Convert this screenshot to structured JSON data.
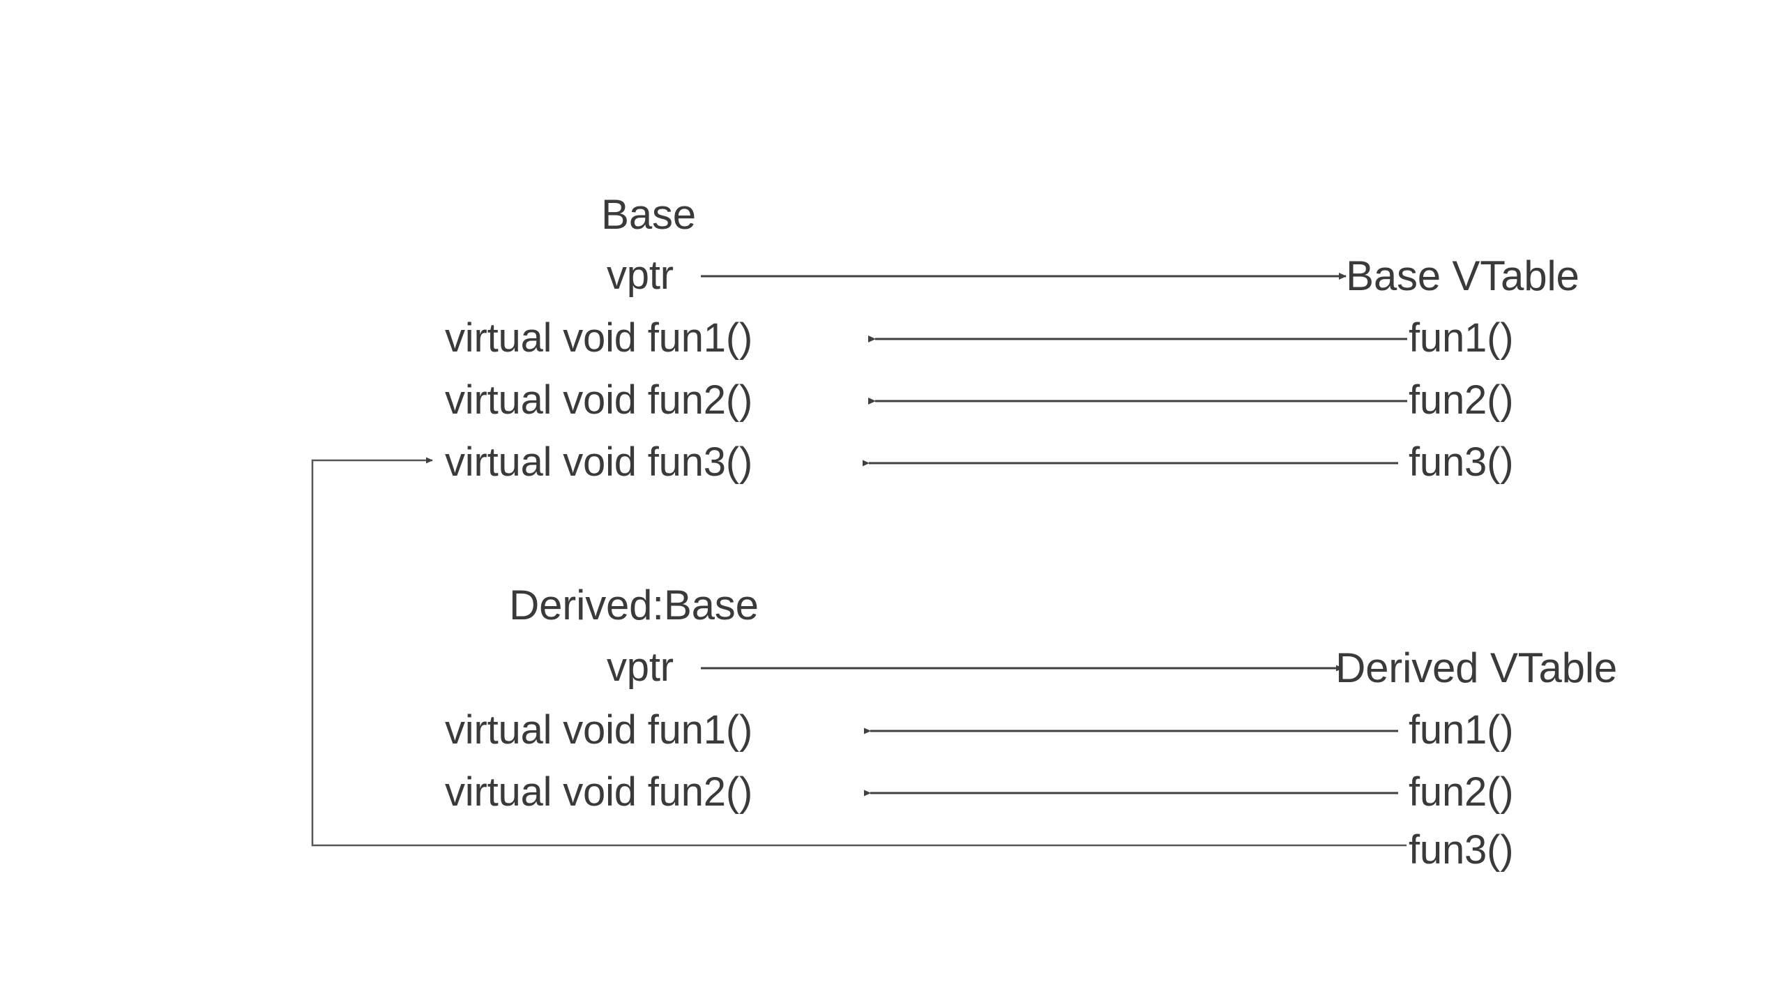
{
  "diagram": {
    "title_text_color": "#3a3a3a",
    "line_color": "#404040",
    "background": "#ffffff",
    "base_object": {
      "class_name": "Base",
      "vptr_label": "vptr",
      "members": [
        "virtual void fun1()",
        "virtual void fun2()",
        "virtual void fun3()"
      ]
    },
    "derived_object": {
      "class_name": "Derived:Base",
      "vptr_label": "vptr",
      "members": [
        "virtual void fun1()",
        "virtual void fun2()"
      ]
    },
    "base_vtable": {
      "title": "Base VTable",
      "entries": [
        "fun1()",
        "fun2()",
        "fun3()"
      ]
    },
    "derived_vtable": {
      "title": "Derived VTable",
      "entries": [
        "fun1()",
        "fun2()",
        "fun3()"
      ]
    }
  }
}
